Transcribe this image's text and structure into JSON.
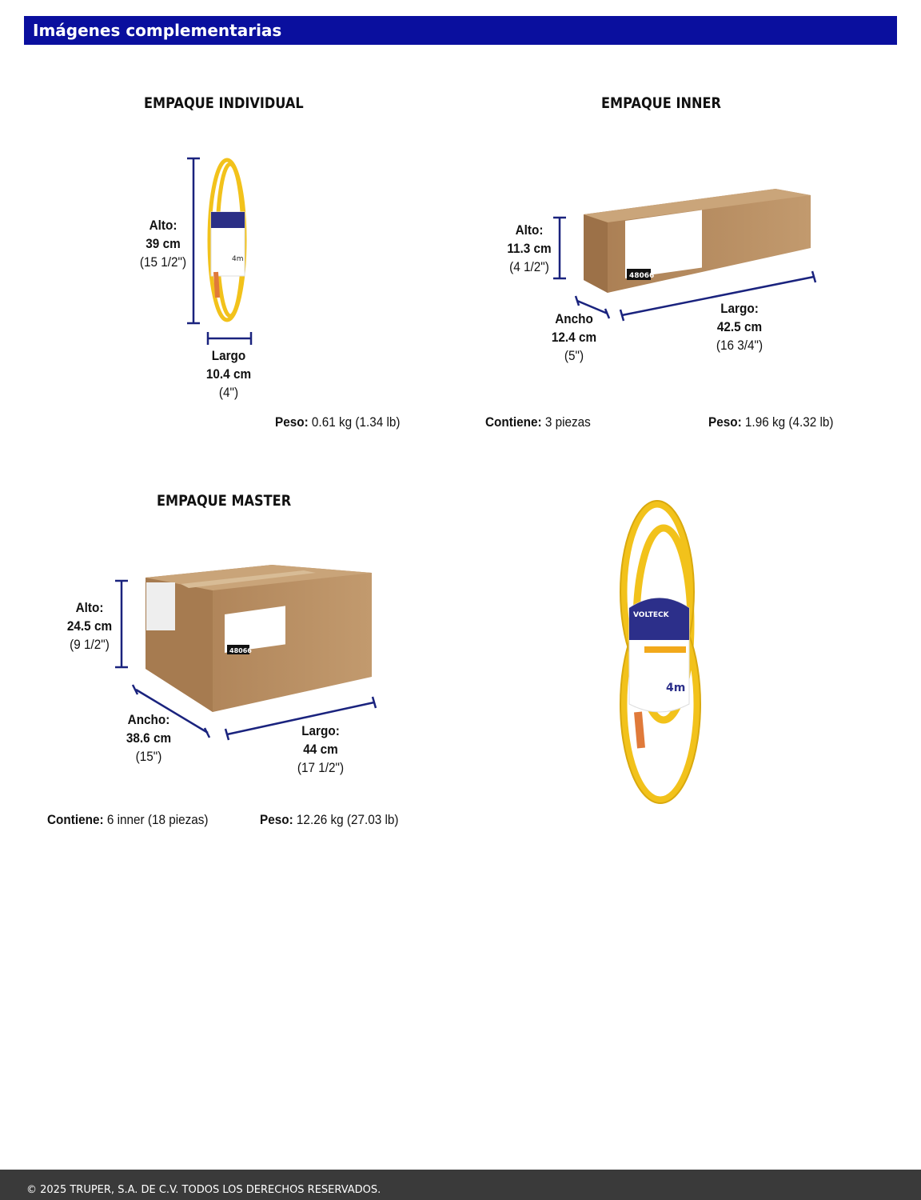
{
  "header": {
    "title": "Imágenes complementarias"
  },
  "individual": {
    "title": "EMPAQUE INDIVIDUAL",
    "alto": {
      "label": "Alto:",
      "cm": "39 cm",
      "in": "(15 1/2\")"
    },
    "largo": {
      "label": "Largo",
      "cm": "10.4 cm",
      "in": "(4\")"
    },
    "peso": {
      "label": "Peso:",
      "value": "0.61 kg (1.34 lb)"
    }
  },
  "inner": {
    "title": "EMPAQUE INNER",
    "alto": {
      "label": "Alto:",
      "cm": "11.3 cm",
      "in": "(4 1/2\")"
    },
    "ancho": {
      "label": "Ancho",
      "cm": "12.4 cm",
      "in": "(5\")"
    },
    "largo": {
      "label": "Largo:",
      "cm": "42.5 cm",
      "in": "(16 3/4\")"
    },
    "contiene": {
      "label": "Contiene:",
      "value": "3 piezas"
    },
    "peso": {
      "label": "Peso:",
      "value": "1.96 kg (4.32 lb)"
    }
  },
  "master": {
    "title": "EMPAQUE MASTER",
    "alto": {
      "label": "Alto:",
      "cm": "24.5 cm",
      "in": "(9 1/2\")"
    },
    "ancho": {
      "label": "Ancho:",
      "cm": "38.6 cm",
      "in": "(15\")"
    },
    "largo": {
      "label": "Largo:",
      "cm": "44 cm",
      "in": "(17 1/2\")"
    },
    "contiene": {
      "label": "Contiene:",
      "value": "6 inner (18 piezas)"
    },
    "peso": {
      "label": "Peso:",
      "value": "12.26 kg (27.03 lb)"
    }
  },
  "product": {
    "brand": "VOLTECK",
    "code": "48066",
    "length": "4m"
  },
  "colors": {
    "header": "#0a0f9e",
    "dimension": "#1a237e",
    "cardboard": "#b58a5e",
    "cord": "#f5c518"
  },
  "footer": {
    "text": "© 2025 TRUPER, S.A. DE C.V. TODOS LOS DERECHOS RESERVADOS."
  }
}
